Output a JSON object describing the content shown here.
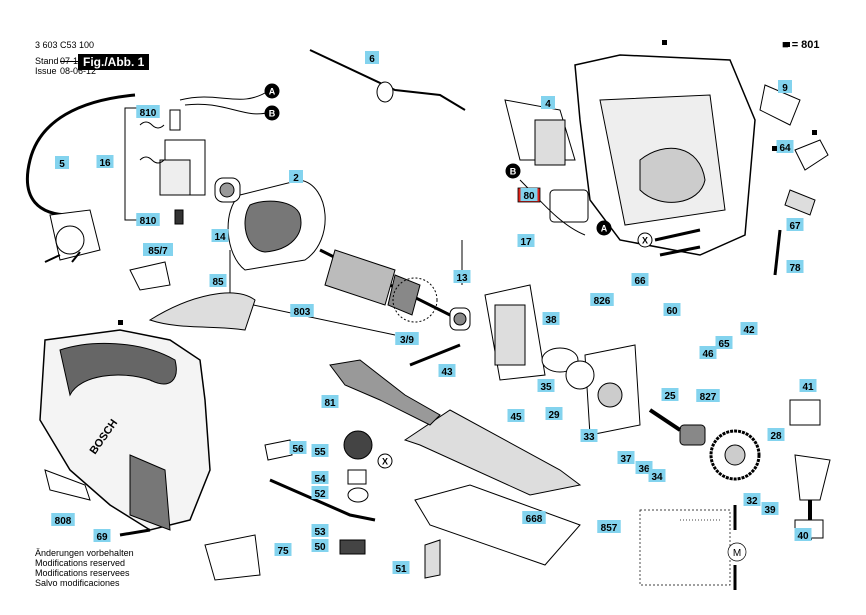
{
  "header": {
    "doc_number": "3 603 C53 100",
    "stand_label": "Stand",
    "issue_label": "Issue",
    "stand_date": "07-12",
    "issue_date": "08-06-12",
    "figure_title": "Fig./Abb. 1",
    "legend_key": "■ = 801"
  },
  "notes": [
    "Änderungen vorbehalten",
    "Modifications reserved",
    "Modifications reservees",
    "Salvo modificaciones"
  ],
  "callouts_circle": [
    "A",
    "B",
    "B",
    "A",
    "X",
    "X"
  ],
  "part_labels": [
    "810",
    "16",
    "810",
    "5",
    "6",
    "4",
    "2",
    "14",
    "85/7",
    "85",
    "803",
    "3/9",
    "13",
    "80",
    "17",
    "9",
    "64",
    "67",
    "78",
    "66",
    "60",
    "42",
    "46",
    "65",
    "826",
    "38",
    "35",
    "29",
    "43",
    "81",
    "45",
    "33",
    "25",
    "827",
    "41",
    "28",
    "37",
    "36",
    "34",
    "56",
    "55",
    "54",
    "52",
    "53",
    "50",
    "51",
    "668",
    "857",
    "32",
    "39",
    "40",
    "808",
    "69",
    "75"
  ],
  "highlight_label": "80",
  "brand": "BOSCH",
  "schematic_letter": "M",
  "colors": {
    "label_bg": "#83d3ee",
    "highlight_bg": "#e2231a",
    "ink": "#000000"
  }
}
